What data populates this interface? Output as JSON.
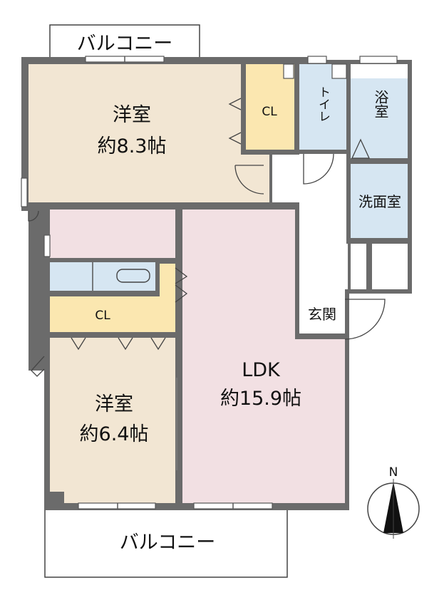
{
  "balcony_top": {
    "label": "バルコニー"
  },
  "balcony_bottom": {
    "label": "バルコニー"
  },
  "rooms": {
    "western_room_1": {
      "name": "洋室",
      "size": "約8.3帖"
    },
    "closet_1": {
      "name": "CL"
    },
    "toilet": {
      "name": "トイレ"
    },
    "bathroom": {
      "name": "浴室"
    },
    "washroom": {
      "name": "洗面室"
    },
    "ldk": {
      "name": "LDK",
      "size": "約15.9帖"
    },
    "entrance": {
      "name": "玄関"
    },
    "closet_2": {
      "name": "CL"
    },
    "western_room_2": {
      "name": "洋室",
      "size": "約6.4帖"
    }
  },
  "compass": {
    "label": "N"
  },
  "colors": {
    "western_room": "#f2e6d3",
    "closet": "#fbe7b0",
    "wet_area": "#d6e6f2",
    "ldk": "#f2e0e3",
    "wall": "#6b6b6b"
  }
}
